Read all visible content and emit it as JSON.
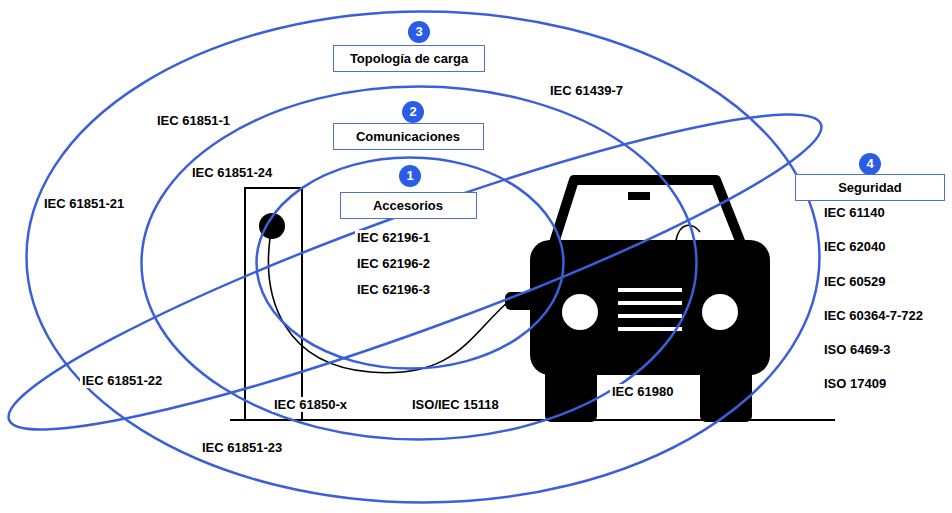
{
  "diagram": {
    "nodes": [
      {
        "text": [
          "3",
          "Topología de carga"
        ]
      },
      {
        "text": [
          "2",
          "Comunicaciones"
        ],
        "in": 0
      },
      {
        "text": [
          "1",
          "Accesorios"
        ],
        "in": 1
      },
      {
        "text": [
          "4",
          "Seguridad"
        ]
      }
    ],
    "labels": [
      "IEC 61851-1",
      "IEC 61439-7",
      "IEC 61851-24",
      "IEC 61851-21",
      "IEC 62196-1",
      "IEC 62196-2",
      "IEC 62196-3",
      "IEC 61851-22",
      "IEC 61850-x",
      "ISO/IEC 15118",
      "IEC 61980",
      "IEC 61851-23",
      "IEC 61140",
      "IEC 62040",
      "IEC 60529",
      "IEC 60364-7-722",
      "ISO 6469-3",
      "ISO 17409"
    ]
  }
}
